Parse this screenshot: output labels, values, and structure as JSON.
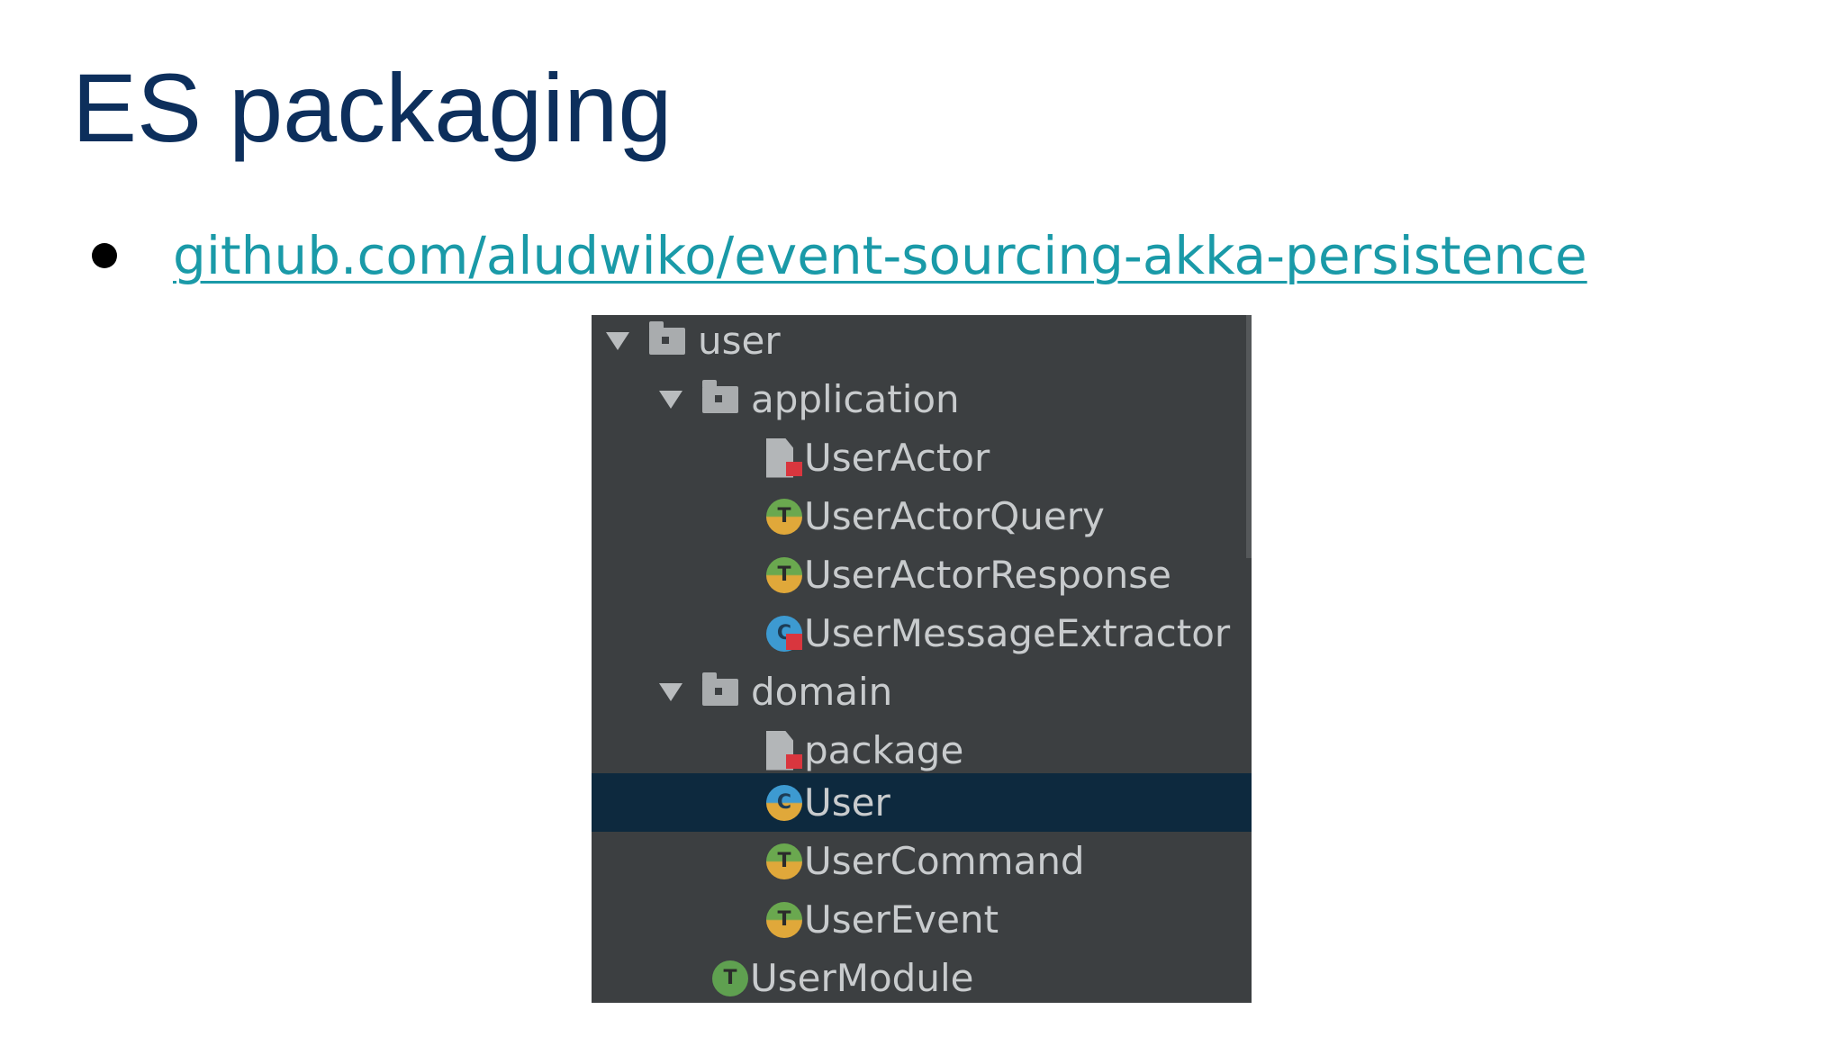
{
  "slide": {
    "title": "ES packaging",
    "link_text": "github.com/aludwiko/event-sourcing-akka-persistence"
  },
  "tree": {
    "selected_item": "User",
    "items": [
      {
        "label": "user",
        "icon": "folder-icon",
        "expanded": true
      },
      {
        "label": "application",
        "icon": "folder-icon",
        "expanded": true
      },
      {
        "label": "UserActor",
        "icon": "scala-file-icon"
      },
      {
        "label": "UserActorQuery",
        "icon": "trait-icon",
        "icon_letter": "T"
      },
      {
        "label": "UserActorResponse",
        "icon": "trait-icon",
        "icon_letter": "T"
      },
      {
        "label": "UserMessageExtractor",
        "icon": "class-object-icon",
        "icon_letter": "C"
      },
      {
        "label": "domain",
        "icon": "folder-icon",
        "expanded": true
      },
      {
        "label": "package",
        "icon": "scala-file-icon"
      },
      {
        "label": "User",
        "icon": "class-icon",
        "icon_letter": "C"
      },
      {
        "label": "UserCommand",
        "icon": "trait-icon",
        "icon_letter": "T"
      },
      {
        "label": "UserEvent",
        "icon": "trait-icon",
        "icon_letter": "T"
      },
      {
        "label": "UserModule",
        "icon": "trait-icon",
        "icon_letter": "T"
      }
    ]
  },
  "colors": {
    "title": "#0d2f5c",
    "link": "#1a9aa8",
    "tree_background": "#3c3f41",
    "tree_selection": "#0d293e",
    "tree_text": "#c8cbcd"
  }
}
